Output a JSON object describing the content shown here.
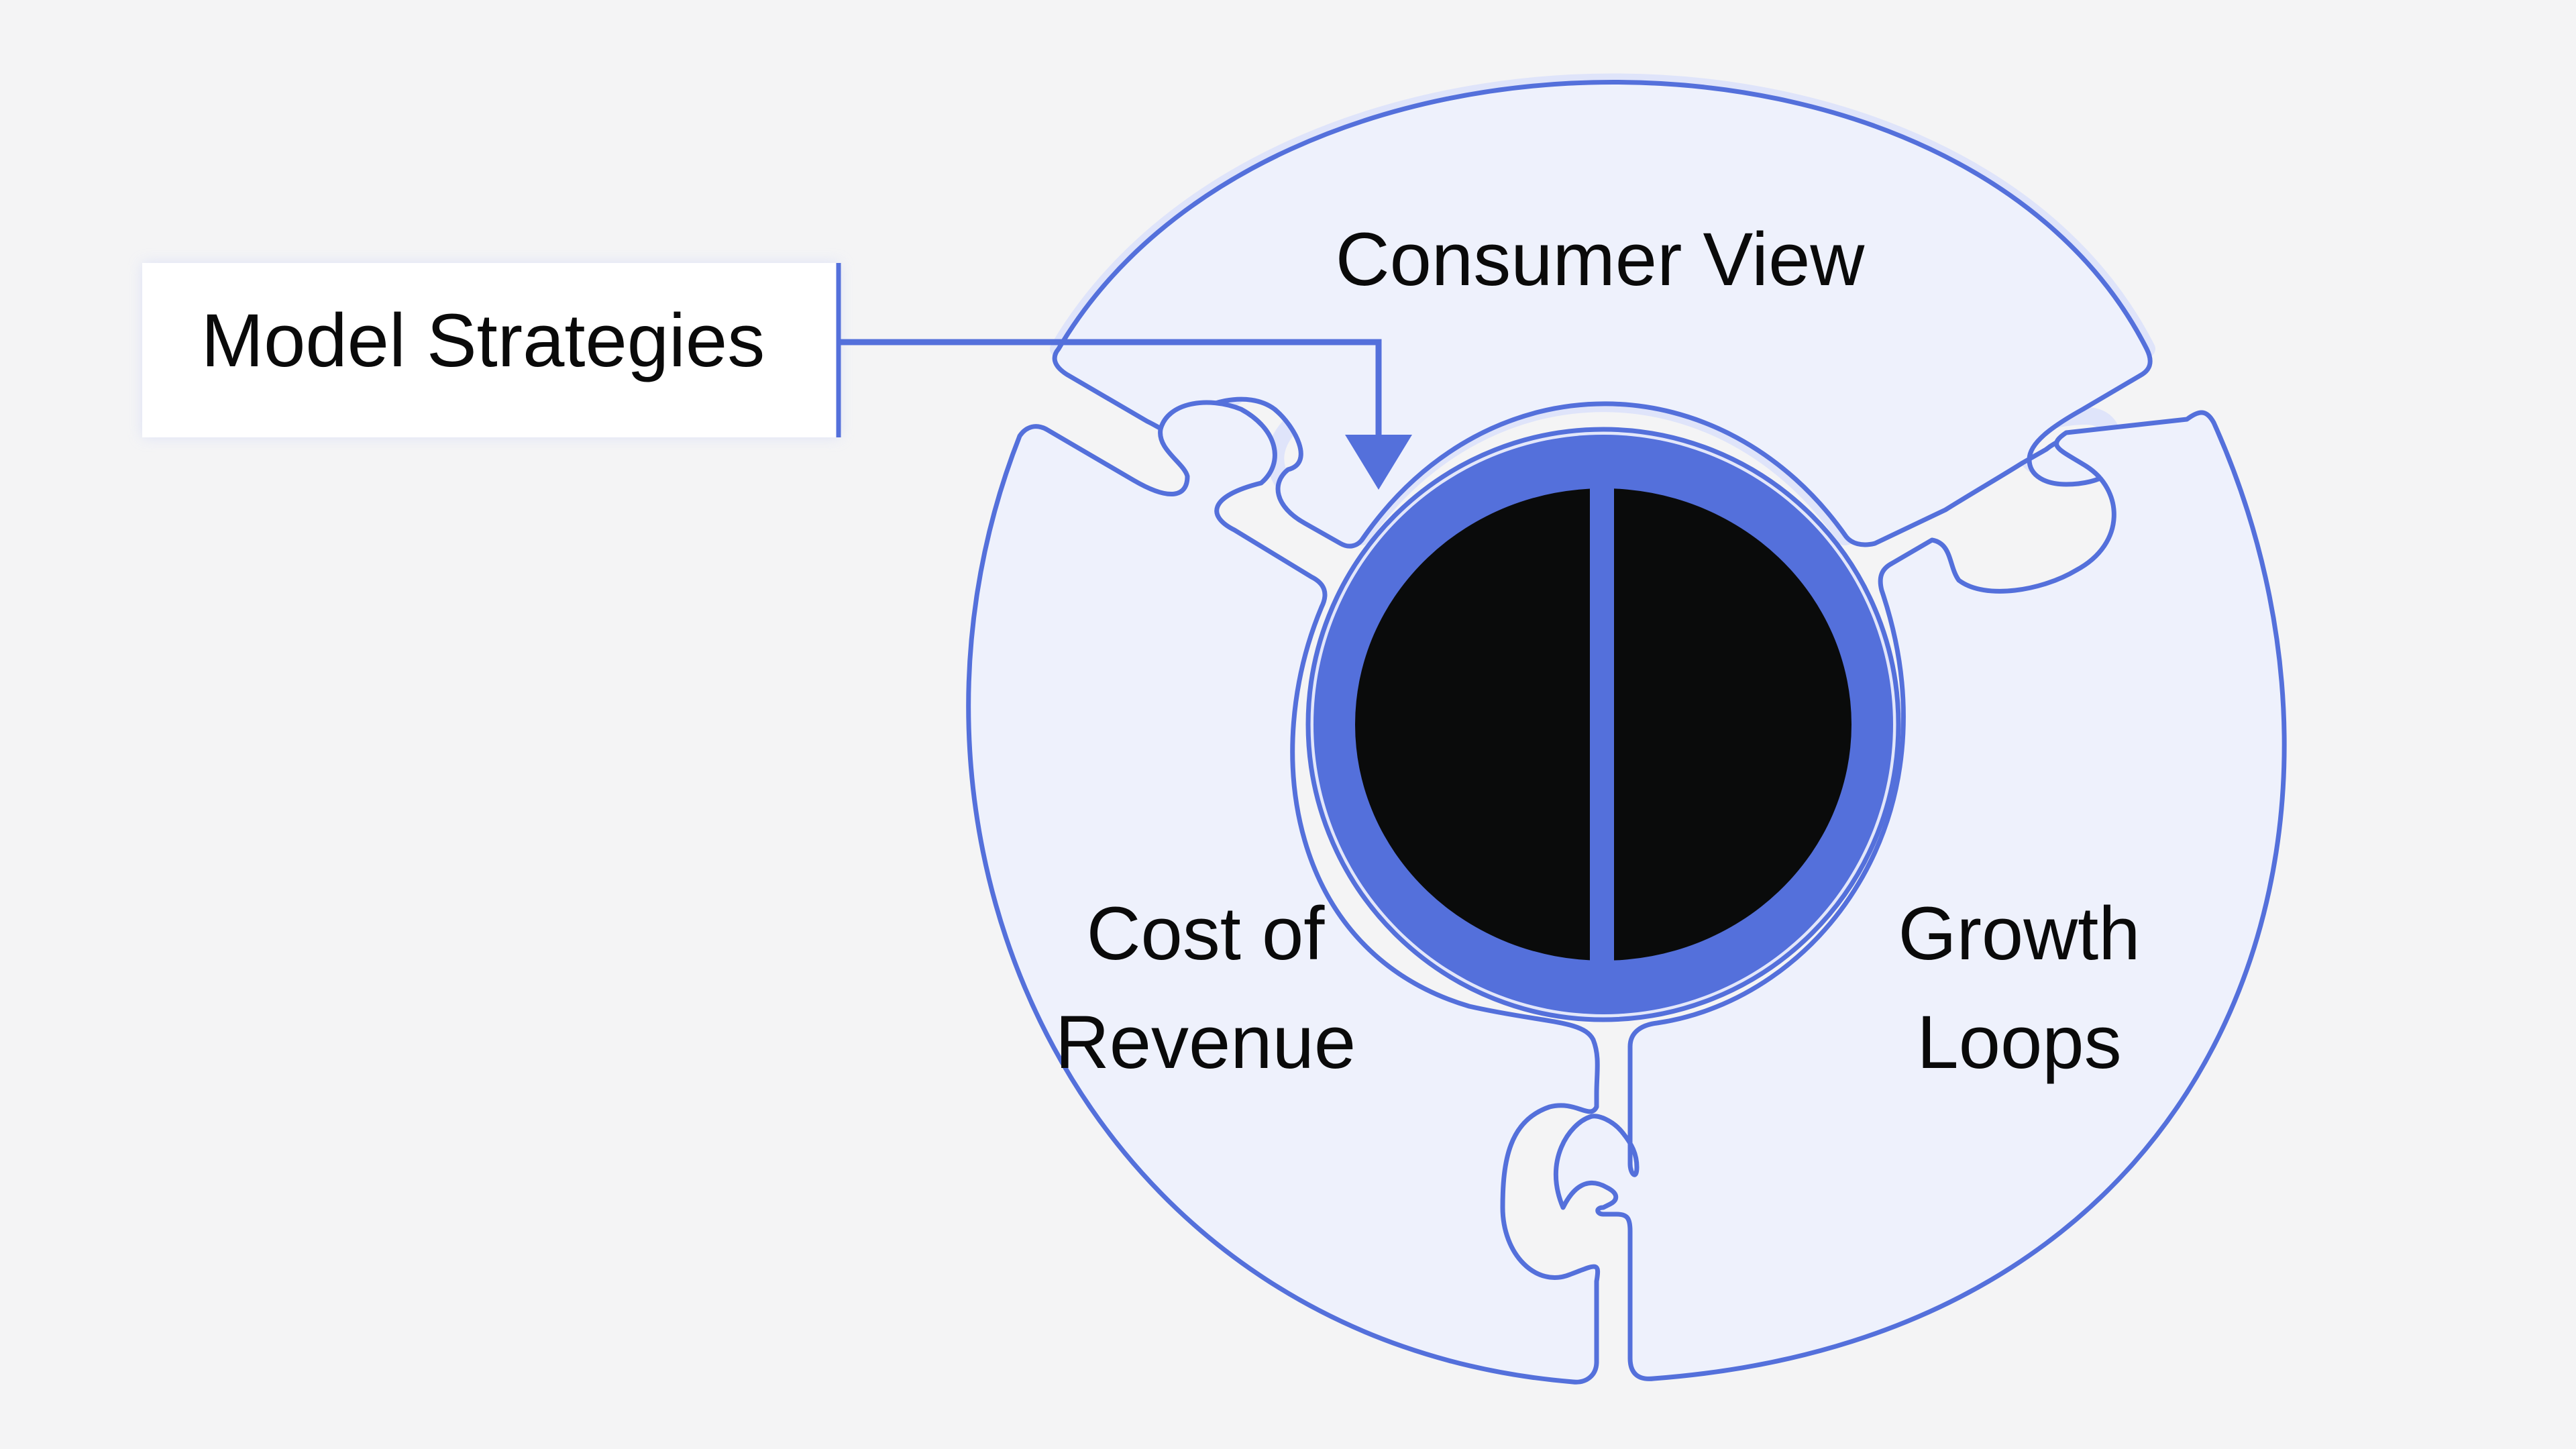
{
  "diagram": {
    "callout": {
      "label": "Model Strategies"
    },
    "segments": [
      {
        "id": "consumer-view",
        "lines": [
          "Consumer View"
        ]
      },
      {
        "id": "cost-of-revenue",
        "lines": [
          "Cost of",
          "Revenue"
        ]
      },
      {
        "id": "growth-loops",
        "lines": [
          "Growth",
          "Loops"
        ]
      }
    ],
    "colors": {
      "background": "#f4f4f5",
      "piece_fill": "#eef1fc",
      "accent": "#5470db",
      "core": "#0a0b0b"
    }
  }
}
